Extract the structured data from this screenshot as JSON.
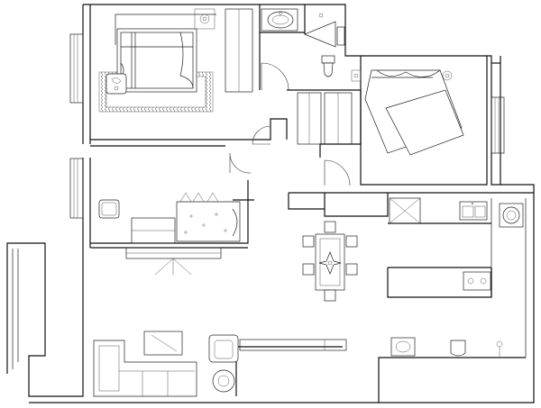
{
  "plan": {
    "rooms": [
      "master-bedroom",
      "study-room",
      "second-bedroom",
      "bathroom",
      "kitchen",
      "dining-area",
      "living-room",
      "balcony",
      "utility-bathroom"
    ],
    "furniture": [
      "double-bed",
      "wardrobe",
      "desk",
      "armchair",
      "dining-table",
      "sofa",
      "tv-cabinet",
      "sink",
      "toilet",
      "washbasin",
      "stove",
      "washing-machine"
    ],
    "colors": {
      "line": "#111111",
      "background": "#ffffff"
    }
  }
}
